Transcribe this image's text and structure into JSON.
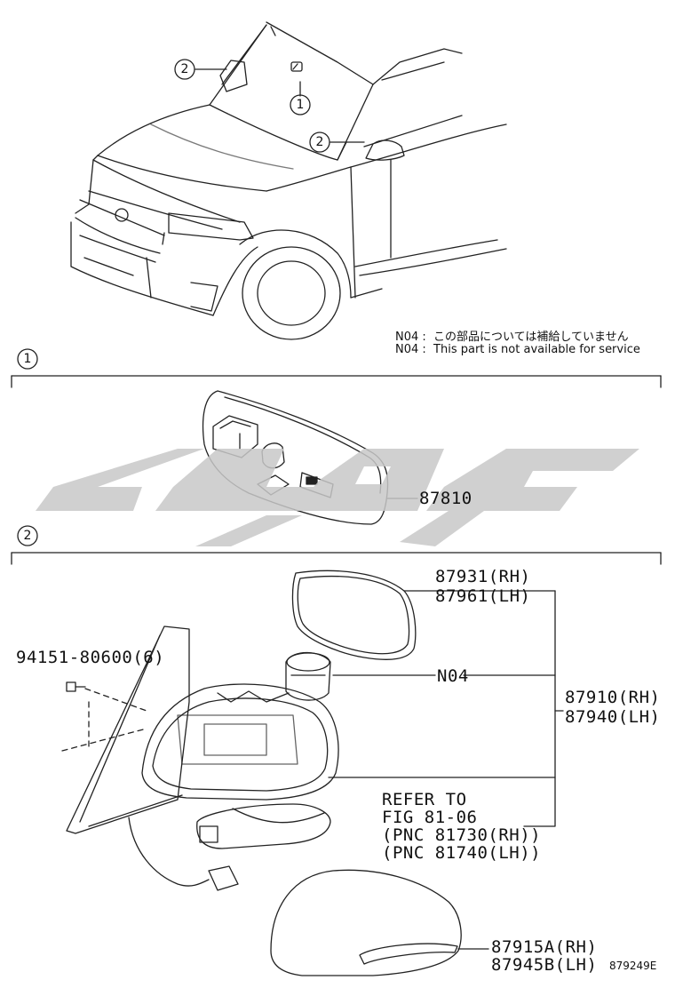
{
  "callouts": {
    "one": "1",
    "two": "2",
    "car_left": "2",
    "car_center": "1",
    "car_right": "2"
  },
  "notes": {
    "jp": "N04 :  この部品については補給していません",
    "en": "N04 :  This part is not available for service"
  },
  "parts": {
    "inner_mirror": "87810",
    "mirror_glass_rh": "87931(RH)",
    "mirror_glass_lh": "87961(LH)",
    "screw": "94151-80600(6)",
    "actuator_code": "N04",
    "mirror_assy_rh": "87910(RH)",
    "mirror_assy_lh": "87940(LH)",
    "cover_rh": "87915A(RH)",
    "cover_lh": "87945B(LH)"
  },
  "refer": {
    "line1": "REFER TO",
    "line2": "FIG 81-06",
    "line3": "(PNC 81730(RH))",
    "line4": "(PNC 81740(LH))"
  },
  "figure_code": "879249E"
}
